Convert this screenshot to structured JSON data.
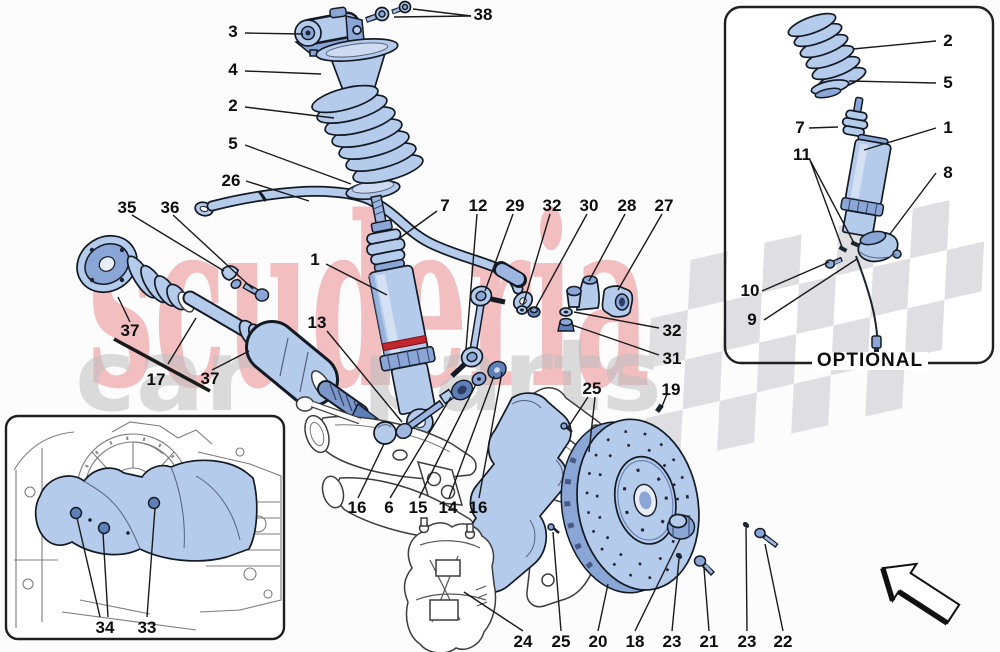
{
  "watermark": {
    "brand": "scuderia",
    "sub_left": "car",
    "sub_right": "parts"
  },
  "optional_box": {
    "title": "OPTIONAL"
  },
  "colors": {
    "part_blue": "#b5cbec",
    "part_blue_dark": "#8aa6d6",
    "part_blue_deep": "#5f7fb8",
    "outline_black": "#141a24",
    "watermark_red": "#e25a5e",
    "watermark_gray": "#bdbdbd",
    "checker_gray": "#d9d9de",
    "red_band": "#c2262e"
  },
  "callouts": {
    "n3": "3",
    "n38": "38",
    "n4": "4",
    "n2": "2",
    "n5": "5",
    "n26": "26",
    "n35": "35",
    "n36": "36",
    "n1": "1",
    "n7": "7",
    "n12": "12",
    "n29": "29",
    "n32a": "32",
    "n30": "30",
    "n28": "28",
    "n27": "27",
    "n13": "13",
    "n37a": "37",
    "n17": "17",
    "n37b": "37",
    "n16a": "16",
    "n6": "6",
    "n15": "15",
    "n14": "14",
    "n16b": "16",
    "n25a": "25",
    "n19": "19",
    "n32b": "32",
    "n31": "31",
    "n24": "24",
    "n25b": "25",
    "n20": "20",
    "n18": "18",
    "n23a": "23",
    "n21": "21",
    "n23b": "23",
    "n22": "22",
    "n34": "34",
    "n33": "33",
    "o2": "2",
    "o5": "5",
    "o7": "7",
    "o1": "1",
    "o11": "11",
    "o8": "8",
    "o10": "10",
    "o9": "9"
  }
}
